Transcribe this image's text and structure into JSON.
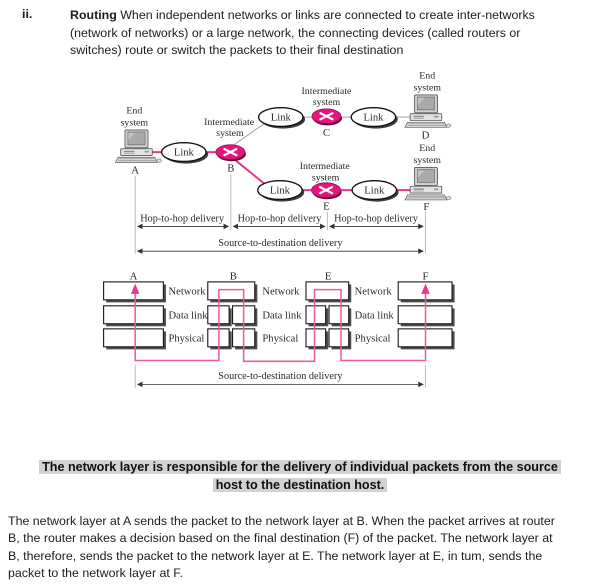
{
  "intro": {
    "numeral": "ii.",
    "bold_lead": "Routing",
    "line1_rest": " When independent networks or links are connected to create inter-networks",
    "line2": "(network of networks) or a large network, the connecting devices (called routers or",
    "line3": "switches) route or switch the packets to their final destination"
  },
  "network_diagram": {
    "end_system": [
      "End",
      "system"
    ],
    "intermediate_system": [
      "Intermediate",
      "system"
    ],
    "link": "Link",
    "nodes": {
      "a": "A",
      "b": "B",
      "c": "C",
      "d": "D",
      "e": "E",
      "f": "F"
    },
    "hop_to_hop": "Hop-to-hop delivery",
    "source_to_destination": "Source-to-destination delivery"
  },
  "layer_diagram": {
    "columns": [
      "A",
      "B",
      "E",
      "F"
    ],
    "layers": [
      "Network",
      "Data link",
      "Physical"
    ],
    "source_to_destination": "Source-to-destination delivery"
  },
  "highlight": {
    "line1": "The network layer is responsible for the delivery of individual packets from the source",
    "line2": "host to the destination host."
  },
  "body": {
    "line1": "The network layer at A sends the packet to the network layer at B. When the packet arrives at router",
    "line2": "B, the router makes a decision based on the final destination (F) of the packet. The network layer at",
    "line3": "B, therefore, sends the packet to the network layer at E. The network layer at E, in tum, sends the",
    "line4": "packet to the network layer at F."
  },
  "colors": {
    "router_magenta": "#e5157f",
    "pink_line": "#e8368f",
    "layer_path_pink": "#ee5ba0",
    "highlight_bg": "#d2d2d2"
  }
}
